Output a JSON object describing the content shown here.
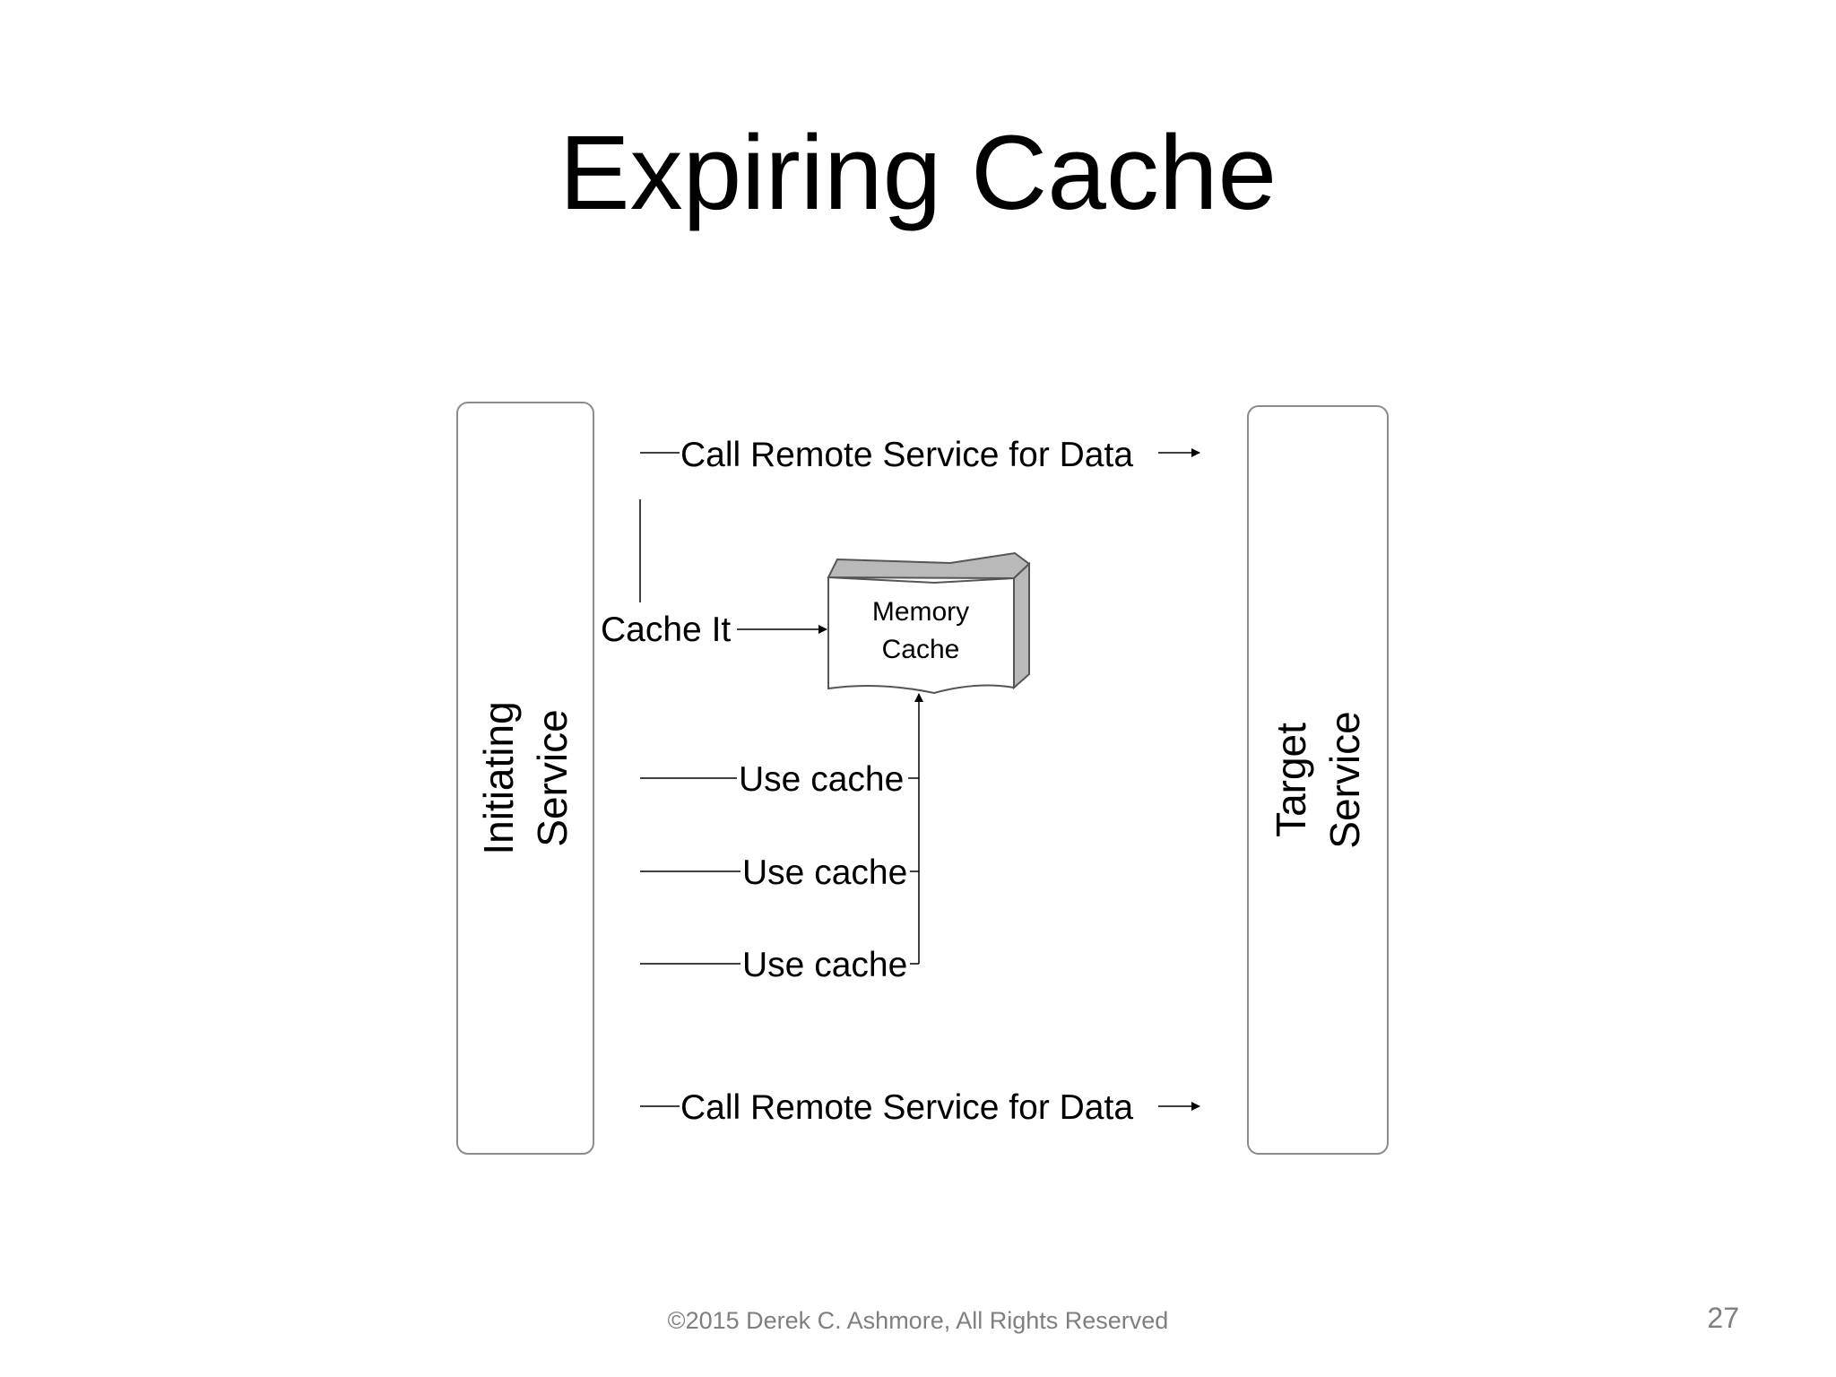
{
  "title": "Expiring Cache",
  "diagram": {
    "initiating_service_lines": [
      "Initiating",
      "Service"
    ],
    "target_service_lines": [
      "Target",
      "Service"
    ],
    "memory_cache_lines": [
      "Memory",
      "Cache"
    ],
    "call_remote_top": "Call Remote Service for Data",
    "cache_it": "Cache It",
    "use_cache_1": "Use cache",
    "use_cache_2": "Use cache",
    "use_cache_3": "Use cache",
    "call_remote_bottom": "Call Remote Service for Data"
  },
  "footer": {
    "copyright": "©2015 Derek C. Ashmore, All Rights Reserved",
    "page_number": "27"
  }
}
